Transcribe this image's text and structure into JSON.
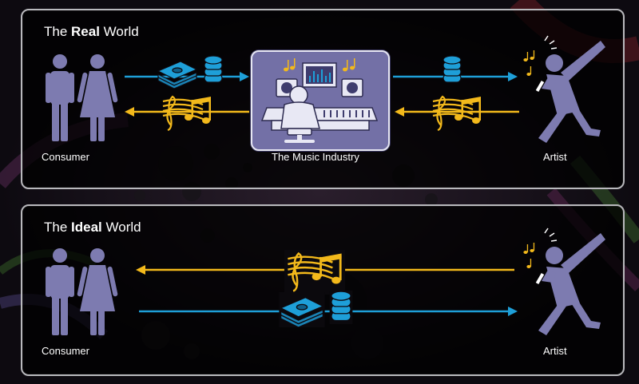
{
  "colors": {
    "panel_border": "#b9b9bd",
    "figure": "#7d7bb0",
    "money_arrow": "#1e9fd8",
    "music_arrow": "#f3b91b",
    "studio_bg": "#7370a6"
  },
  "real_world": {
    "title_prefix": "The ",
    "title_bold": "Real",
    "title_suffix": " World",
    "consumer_label": "Consumer",
    "industry_label": "The Music Industry",
    "artist_label": "Artist",
    "icons": [
      "consumer-couple-icon",
      "money-stack-icon",
      "coin-stack-icon",
      "music-notes-icon",
      "studio-mixer-icon",
      "singer-icon"
    ]
  },
  "ideal_world": {
    "title_prefix": "The ",
    "title_bold": "Ideal",
    "title_suffix": " World",
    "consumer_label": "Consumer",
    "artist_label": "Artist",
    "icons": [
      "consumer-couple-icon",
      "music-notes-icon",
      "money-stack-icon",
      "coin-stack-icon",
      "singer-icon"
    ]
  }
}
